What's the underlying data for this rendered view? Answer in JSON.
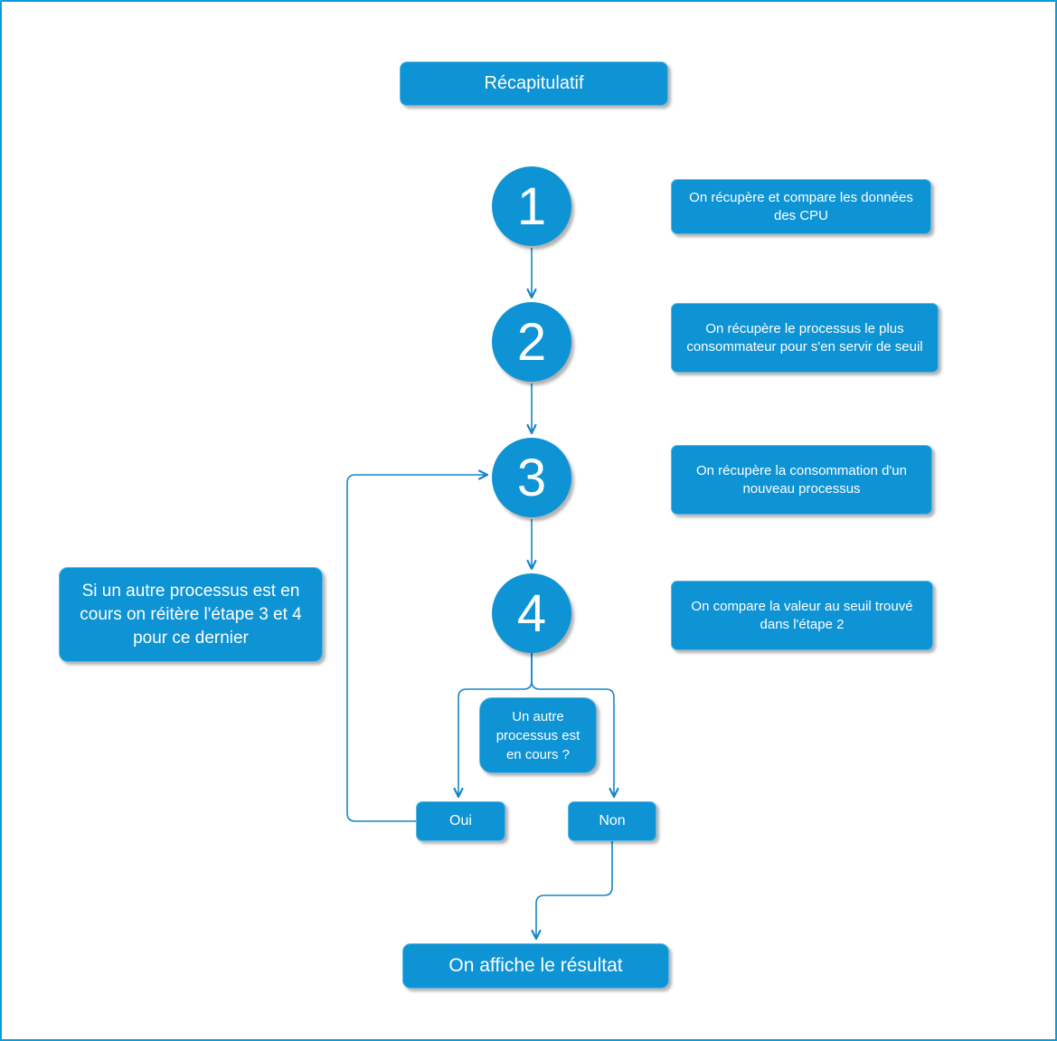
{
  "diagram": {
    "title": "Récapitulatif",
    "steps": [
      {
        "number": "1",
        "label": "On récupère et compare les données des CPU"
      },
      {
        "number": "2",
        "label": "On récupère le processus le plus consommateur pour s'en servir de seuil"
      },
      {
        "number": "3",
        "label": "On récupère la consommation d'un nouveau processus"
      },
      {
        "number": "4",
        "label": "On compare la valeur au seuil trouvé dans l'étape 2"
      }
    ],
    "loop_note": "Si un autre processus est en cours on réitère l'étape 3 et 4 pour ce dernier",
    "decision": {
      "question": "Un autre processus est en cours ?",
      "yes_label": "Oui",
      "no_label": "Non"
    },
    "result": "On affiche le résultat",
    "colors": {
      "node_fill": "#0E93D4",
      "node_border": "#5CB6E2",
      "connector": "#1585C8",
      "page_border": "#0A9BD9",
      "text": "#FFFFFF"
    }
  }
}
